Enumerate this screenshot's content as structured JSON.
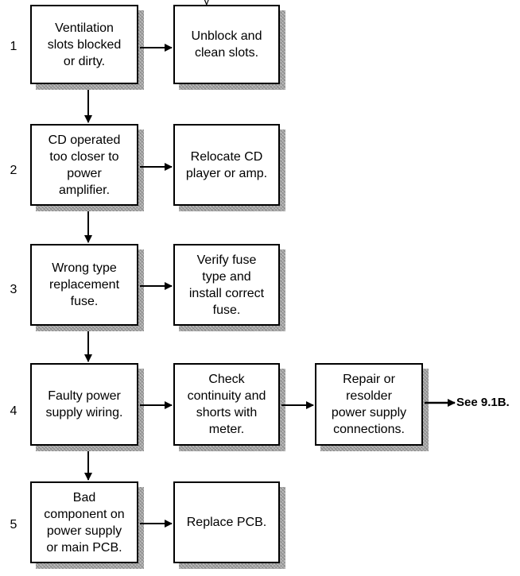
{
  "top_fragment": "y",
  "rows": [
    {
      "number": "1",
      "problem": "Ventilation\nslots blocked\nor dirty.",
      "action": "Unblock and\nclean slots."
    },
    {
      "number": "2",
      "problem": "CD operated\ntoo closer to\npower\namplifier.",
      "action": "Relocate CD\nplayer or amp."
    },
    {
      "number": "3",
      "problem": "Wrong type\nreplacement\nfuse.",
      "action": "Verify fuse\ntype and\ninstall correct\nfuse."
    },
    {
      "number": "4",
      "problem": "Faulty power\nsupply wiring.",
      "action": "Check\ncontinuity and\nshorts with\nmeter.",
      "extra_action": "Repair or\nresolder\npower supply\nconnections.",
      "reference": "See 9.1B."
    },
    {
      "number": "5",
      "problem": "Bad\ncomponent on\npower supply\nor main PCB.",
      "action": "Replace PCB."
    }
  ]
}
